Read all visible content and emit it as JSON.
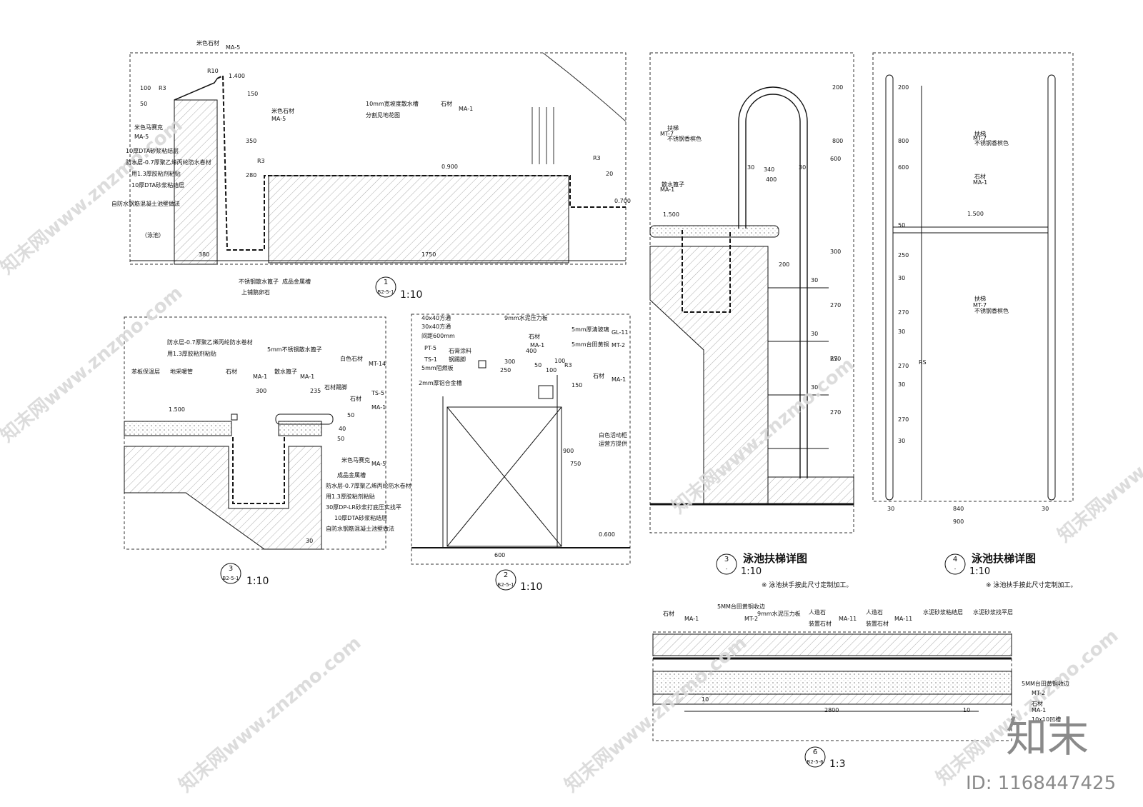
{
  "drawings": [
    {
      "number": "1",
      "sheet": "B2-5-1",
      "scale": "1:10",
      "labels": [
        "米色石材",
        "MA-5",
        "R10",
        "1.400",
        "R3",
        "100",
        "150",
        "50",
        "米色石材",
        "MA-5",
        "米色马赛克",
        "MA-5",
        "10厚DTA砂浆粘结层",
        "防水层-0.7厚聚乙烯丙纶防水卷材",
        "用1.3厚胶粘剂粘贴",
        "10厚DTA砂浆粘结层",
        "自防水钢筋混凝土池壁做法",
        "（泳池）",
        "350",
        "280",
        "R3",
        "10mm宽坡度散水槽",
        "分割见地花图",
        "石材",
        "MA-1",
        "0.900",
        "R3",
        "20",
        "0.700",
        "380",
        "1750",
        "不锈钢散水篦子",
        "上铺鹅卵石",
        "成品金属槽"
      ]
    },
    {
      "number": "3",
      "sheet": "B2-5-1",
      "scale": "1:10",
      "labels": [
        "防水层-0.7厚聚乙烯丙纶防水卷材",
        "用1.3厚胶粘剂粘贴",
        "5mm不锈钢散水篦子",
        "白色石材",
        "MT-14",
        "苯板保温层",
        "地采暖管",
        "石材",
        "MA-1",
        "散水篦子",
        "MA-1",
        "300",
        "235",
        "1.500",
        "石材踢脚",
        "TS-5",
        "石材",
        "MA-1",
        "50",
        "40",
        "50",
        "米色马赛克",
        "MA-5",
        "成品金属槽",
        "防水层-0.7厚聚乙烯丙纶防水卷材",
        "用1.3厚胶粘剂粘贴",
        "30厚DP-LR砂浆打底压实找平",
        "10厚DTA砂浆粘结层",
        "自防水钢筋混凝土池壁做法",
        "30"
      ]
    },
    {
      "number": "2",
      "sheet": "B2-5-1",
      "scale": "1:10",
      "labels": [
        "40x40方通",
        "30x40方通",
        "间距600mm",
        "PT-5",
        "石膏涂料",
        "TS-1",
        "钢踢脚",
        "5mm阻燃板",
        "2mm厚铝合金槽",
        "9mm水泥压力板",
        "石材",
        "MA-1",
        "400",
        "300",
        "250",
        "100",
        "100",
        "50",
        "R3",
        "5mm厚清玻璃",
        "GL-11",
        "5mm台田黄铜",
        "MT-2",
        "石材",
        "MA-1",
        "150",
        "白色活动柜",
        "运营方提供",
        "900",
        "750",
        "0.600",
        "600"
      ]
    },
    {
      "number": "3",
      "sheet": "-",
      "scale": "1:10",
      "title": "泳池扶梯详图",
      "note": "※ 泳池扶手按此尺寸定制加工。",
      "labels": [
        "扶梯",
        "MT-7",
        "不锈钢香槟色",
        "散水篦子",
        "MA-1",
        "1.500",
        "200",
        "800",
        "600",
        "30",
        "340",
        "30",
        "400",
        "200",
        "300",
        "30",
        "270",
        "30",
        "270",
        "30",
        "270",
        "RS"
      ]
    },
    {
      "number": "4",
      "sheet": "-",
      "scale": "1:10",
      "title": "泳池扶梯详图",
      "note": "※ 泳池扶手按此尺寸定制加工。",
      "labels": [
        "200",
        "800",
        "600",
        "50",
        "250",
        "30",
        "270",
        "30",
        "270",
        "30",
        "270",
        "30",
        "扶梯",
        "MT-7",
        "不锈钢香槟色",
        "石材",
        "MA-1",
        "1.500",
        "扶梯",
        "MT-7",
        "不锈钢香槟色",
        "RS",
        "30",
        "840",
        "30",
        "900"
      ]
    },
    {
      "number": "6",
      "sheet": "B2-5-6",
      "scale": "1:3",
      "labels": [
        "石材",
        "MA-1",
        "5MM台田黄铜收边",
        "MT-2",
        "9mm水泥压力板",
        "人造石",
        "装置石材",
        "MA-11",
        "人造石",
        "装置石材",
        "MA-11",
        "水泥砂浆粘结层",
        "水泥砂浆找平层",
        "5MM台田黄铜收边",
        "MT-2",
        "石材",
        "MA-1",
        "10x10凹槽",
        "2800",
        "10",
        "10"
      ]
    }
  ],
  "brand": {
    "logo_text": "知末",
    "id_text": "ID: 1168447425",
    "watermark": "知末网www.znzmo.com"
  },
  "colors": {
    "line": "#111111",
    "hatch": "#7a7a7a",
    "watermark": "#d8d8d8"
  }
}
